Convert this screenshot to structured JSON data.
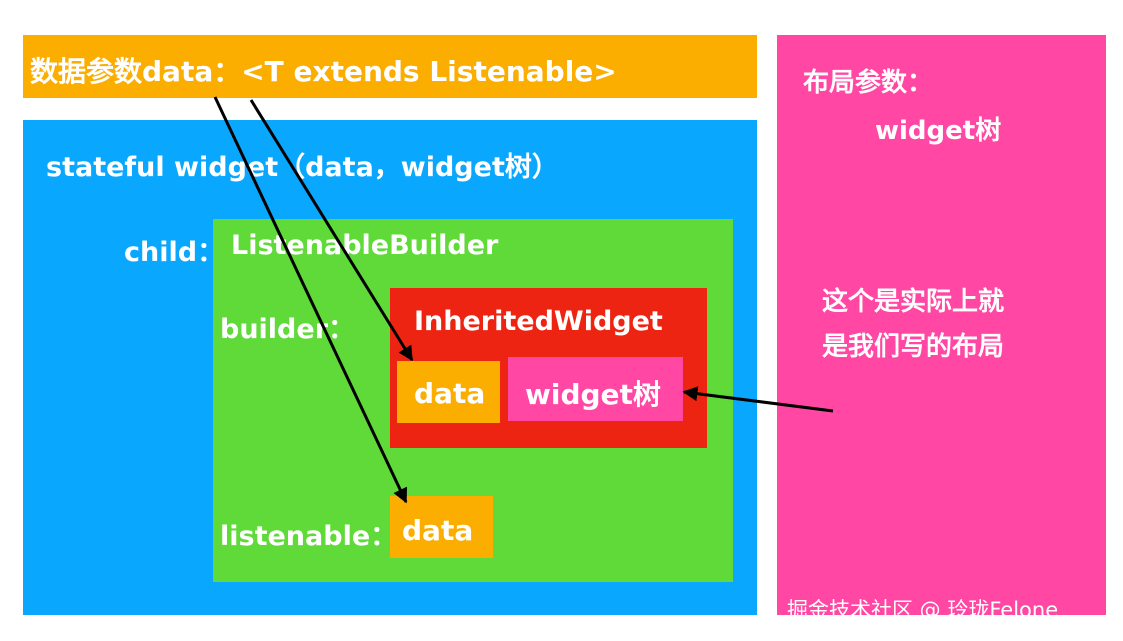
{
  "data_banner": {
    "label": "数据参数data：<T extends Listenable>"
  },
  "stateful": {
    "label": "stateful widget（data，widget树）"
  },
  "child": {
    "label": "child：",
    "builder_name": "ListenableBuilder"
  },
  "builder": {
    "label": "builder："
  },
  "inherited": {
    "label": "InheritedWidget",
    "data_label": "data",
    "widget_tree_label": "widget树"
  },
  "listenable": {
    "label": "listenable：",
    "data_label": "data"
  },
  "layout_params": {
    "title": "布局参数：",
    "value": "widget树",
    "note_line1": "这个是实际上就",
    "note_line2": "是我们写的布局"
  },
  "watermark": {
    "text": "掘金技术社区 @ 玲珑Felone"
  },
  "colors": {
    "orange": "#FBAE00",
    "blue": "#0AA7FF",
    "pink": "#FF47A3",
    "green": "#5FDA38",
    "red": "#EE2412"
  }
}
